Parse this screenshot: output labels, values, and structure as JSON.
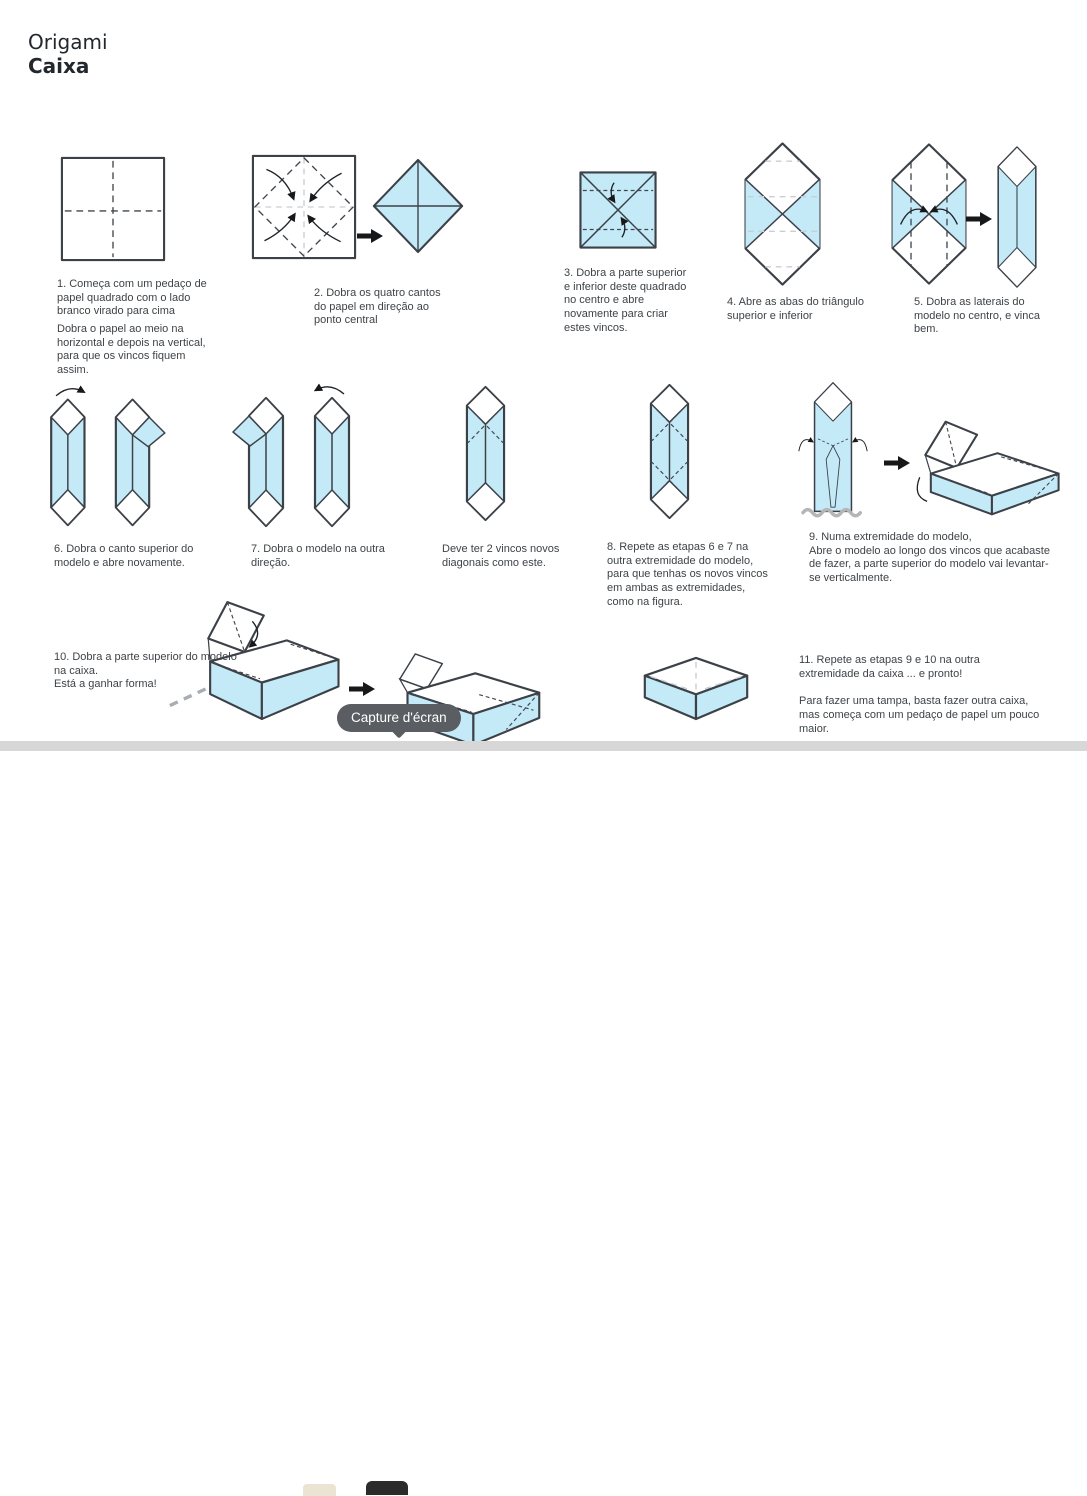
{
  "page": {
    "title_line1": "Origami",
    "title_line2": "Caixa"
  },
  "colors": {
    "background": "#ffffff",
    "paper_blue": "#c4e9f7",
    "outline": "#3c4148",
    "crease": "#42474d",
    "light_crease": "#c9ced3",
    "guide_gray": "#a7adb2",
    "text": "#3e4347",
    "title": "#23282e",
    "tooltip_bg": "#5a5e63",
    "tooltip_text": "#ffffff",
    "dock_bar": "#d7d7d8",
    "dock_icon_light": "#ece4d3",
    "dock_icon_dark": "#2b2b2c",
    "arrow_black": "#16181a",
    "wave_gray": "#b5b5b5"
  },
  "steps": [
    {
      "caption": "1. Começa com um pedaço de papel quadrado com o lado branco virado para cima",
      "caption2": "Dobra o papel ao meio na horizontal e depois na vertical, para que os vincos fiquem assim."
    },
    {
      "caption": "2. Dobra os quatro cantos do papel em direção ao ponto central"
    },
    {
      "caption": "3. Dobra a parte superior e inferior deste quadrado no centro e abre novamente para criar estes vincos."
    },
    {
      "caption": "4. Abre as abas do triângulo superior e inferior"
    },
    {
      "caption": "5. Dobra as laterais do modelo no centro, e vinca bem."
    },
    {
      "caption": "6. Dobra o canto superior do modelo e abre novamente."
    },
    {
      "caption": "7. Dobra o modelo na outra direção.",
      "note": "Deve ter 2 vincos novos diagonais como este."
    },
    {
      "caption": "8. Repete as etapas 6 e 7 na outra extremidade do modelo, para que tenhas os novos vincos em ambas as extremidades, como na figura."
    },
    {
      "caption": "9. Numa extremidade do modelo,",
      "caption2": "Abre o modelo ao longo dos vincos que acabaste de fazer, a parte superior do modelo vai levantar-se verticalmente."
    },
    {
      "caption": "10. Dobra a parte superior do modelo na caixa.",
      "caption2": "Está a ganhar forma!"
    },
    {
      "caption": "11. Repete as etapas 9 e 10 na outra extremidade da caixa ... e pronto!",
      "caption2": "Para fazer uma tampa, basta fazer outra caixa, mas começa com um pedaço de papel um pouco maior."
    }
  ],
  "tooltip": {
    "label": "Capture d'écran"
  }
}
